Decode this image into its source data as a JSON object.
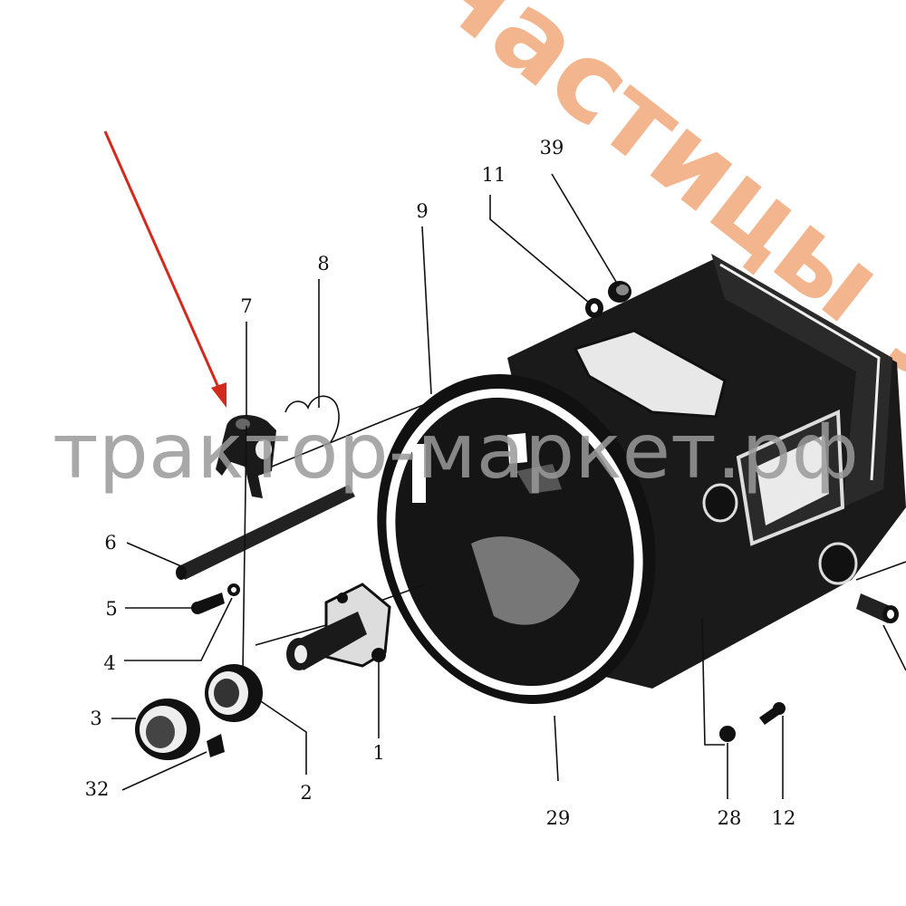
{
  "diagram": {
    "part_labels": [
      "1",
      "2",
      "3",
      "4",
      "5",
      "6",
      "7",
      "8",
      "9",
      "11",
      "12",
      "28",
      "29",
      "32",
      "39"
    ]
  },
  "watermark": {
    "orange_text": "частицы УРАЛ",
    "gray_text": "трактор-маркет.рф",
    "orange_color": "#f2b58e",
    "gray_color": "#9a9a9a"
  },
  "pointer_arrow": {
    "color": "#d42a1e",
    "target_part": "7"
  }
}
